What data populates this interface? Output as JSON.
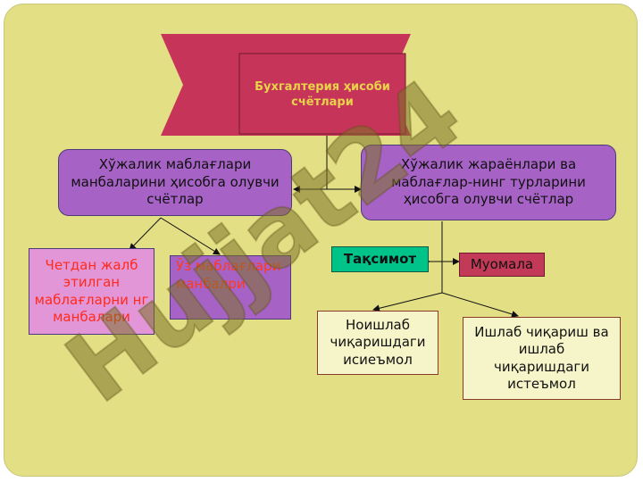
{
  "title": "Бухгалтерия ҳисоби счётлари",
  "left_node": "Хўжалик маблағлари манбаларини ҳисобга олувчи счётлар",
  "right_node": "Хўжалик жараёнлари ва маблағлар-нинг турларини ҳисобга олувчи счётлар",
  "left_children": [
    "Четдан жалб этилган маблағларни нг манбалари",
    "Ўз маблағлари манбалри"
  ],
  "distribution_label": "Тақсимот",
  "circulation_label": "Муомала",
  "right_children": [
    "Ноишлаб чиқаришдаги исиеъмол",
    "Ишлаб чиқариш ва ишлаб чиқаришдаги истеъмол"
  ],
  "watermark": "Hujjat24",
  "colors": {
    "background": "#e3df85",
    "title_fill": "#c7345a",
    "node_fill": "#a762c6",
    "pink_fill": "#e296d8",
    "teal_fill": "#00c38a",
    "crimson_fill": "#c23a58",
    "cream_fill": "#f6f5c9"
  }
}
